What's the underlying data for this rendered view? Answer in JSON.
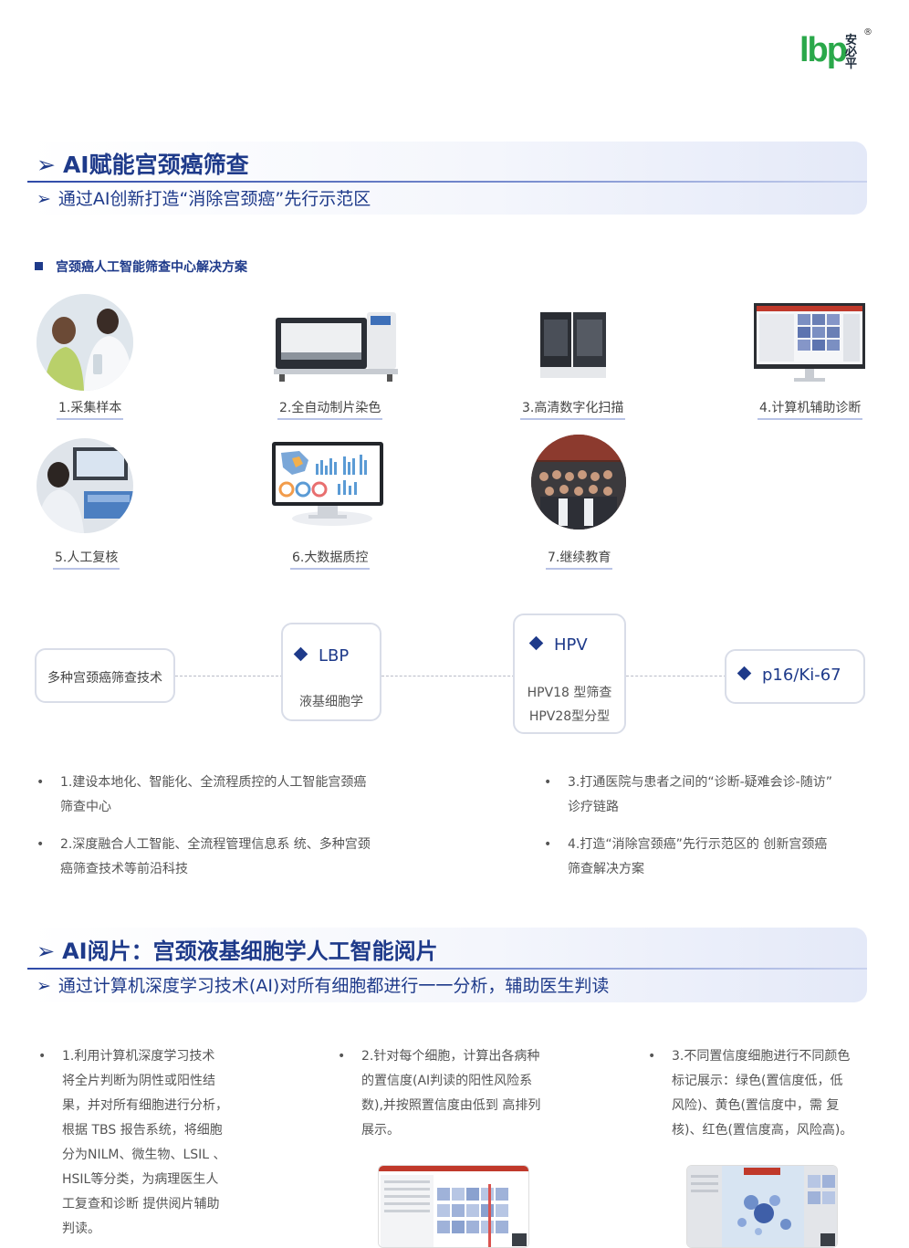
{
  "logo": {
    "mark": "lbp",
    "cn": "安必平",
    "reg": "®"
  },
  "section1": {
    "title": "AI赋能宫颈癌筛查",
    "subtitle": "通过AI创新打造“消除宫颈癌”先行示范区",
    "arrow": "➢"
  },
  "subheading": "宫颈癌人工智能筛查中心解决方案",
  "steps": [
    {
      "label": "1.采集样本"
    },
    {
      "label": "2.全自动制片染色"
    },
    {
      "label": "3.高清数字化扫描"
    },
    {
      "label": "4.计算机辅助诊断"
    },
    {
      "label": "5.人工复核"
    },
    {
      "label": "6.大数据质控"
    },
    {
      "label": "7.继续教育"
    }
  ],
  "tech": {
    "root": "多种宫颈癌筛查技术",
    "lbp": {
      "title": "LBP",
      "sub": "液基细胞学"
    },
    "hpv": {
      "title": "HPV",
      "sub1": "HPV18 型筛查",
      "sub2": "HPV28型分型"
    },
    "p16": {
      "title": "p16/Ki-67"
    }
  },
  "bullets_left": [
    {
      "l1": "1.建设本地化、智能化、全流程质控的人工智能宫颈癌",
      "l2": "筛查中心"
    },
    {
      "l1": "2.深度融合人工智能、全流程管理信息系 统、多种宫颈",
      "l2": "癌筛查技术等前沿科技"
    }
  ],
  "bullets_right": [
    {
      "l1": "3.打通医院与患者之间的“诊断-疑难会诊-随访”",
      "l2": "诊疗链路"
    },
    {
      "l1": "4.打造“消除宫颈癌”先行示范区的 创新宫颈癌",
      "l2": "筛查解决方案"
    }
  ],
  "section2": {
    "title": "AI阅片：宫颈液基细胞学人工智能阅片",
    "subtitle": "通过计算机深度学习技术(AI)对所有细胞都进行一一分析，辅助医生判读",
    "arrow": "➢"
  },
  "ai_points": {
    "p1": [
      "1.利用计算机深度学习技术",
      "将全片判断为阴性或阳性结",
      "果，并对所有细胞进行分析，",
      "根据 TBS 报告系统，将细胞",
      "分为NILM、微生物、LSIL 、",
      "HSIL等分类，为病理医生人",
      "工复查和诊断 提供阅片辅助",
      "判读。"
    ],
    "p2": [
      "2.针对每个细胞，计算出各病种",
      "的置信度(AI判读的阳性风险系",
      "数),并按照置信度由低到 高排列",
      "展示。"
    ],
    "p3": [
      "3.不同置信度细胞进行不同颜色",
      "标记展示：绿色(置信度低，低",
      "风险)、黄色(置信度中，需 复",
      "核)、红色(置信度高，风险高)。"
    ]
  },
  "bullet_char": "•",
  "colors": {
    "accent": "#1e3a8a",
    "logo_green": "#2aa84a",
    "rule": "#2f4aa8"
  }
}
